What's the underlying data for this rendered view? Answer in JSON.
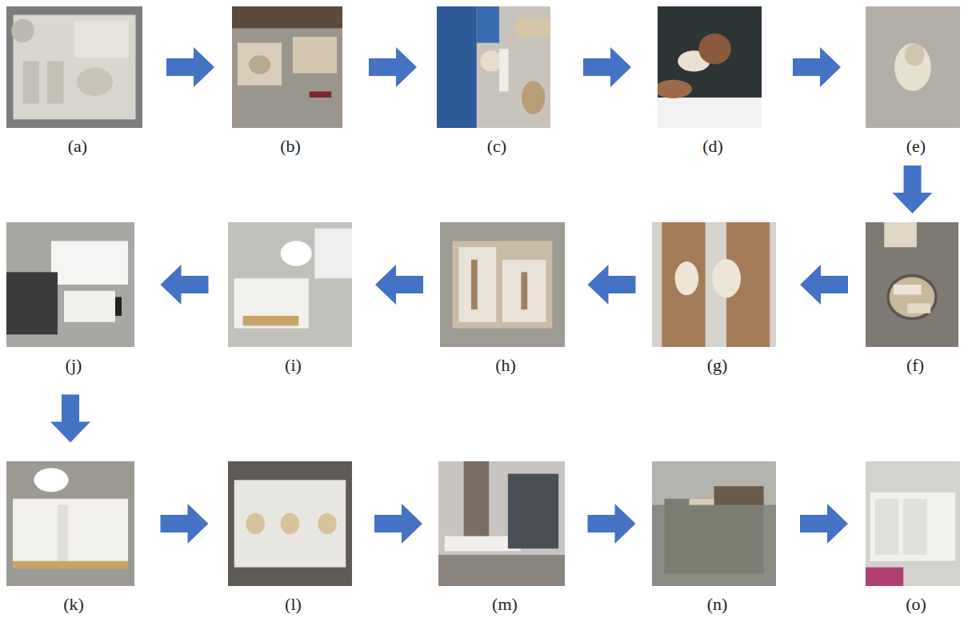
{
  "diagram": {
    "nodes": [
      {
        "text": [
          "(a)"
        ]
      },
      {
        "text": [
          "(b)"
        ]
      },
      {
        "text": [
          "(c)"
        ]
      },
      {
        "text": [
          "(d)"
        ]
      },
      {
        "text": [
          "(e)"
        ]
      },
      {
        "text": [
          "(f)"
        ]
      },
      {
        "text": [
          "(g)"
        ]
      },
      {
        "text": [
          "(h)"
        ]
      },
      {
        "text": [
          "(i)"
        ]
      },
      {
        "text": [
          "(j)"
        ]
      },
      {
        "text": [
          "(k)"
        ]
      },
      {
        "text": [
          "(l)"
        ]
      },
      {
        "text": [
          "(m)"
        ]
      },
      {
        "text": [
          "(n)"
        ]
      },
      {
        "text": [
          "(o)"
        ]
      }
    ],
    "edges": [
      {
        "from": 0,
        "to": 1,
        "arrow": "to"
      },
      {
        "from": 1,
        "to": 2,
        "arrow": "to"
      },
      {
        "from": 2,
        "to": 3,
        "arrow": "to"
      },
      {
        "from": 3,
        "to": 4,
        "arrow": "to"
      },
      {
        "from": 4,
        "to": 5,
        "arrow": "to"
      },
      {
        "from": 5,
        "to": 6,
        "arrow": "to"
      },
      {
        "from": 6,
        "to": 7,
        "arrow": "to"
      },
      {
        "from": 7,
        "to": 8,
        "arrow": "to"
      },
      {
        "from": 8,
        "to": 9,
        "arrow": "to"
      },
      {
        "from": 9,
        "to": 10,
        "arrow": "to"
      },
      {
        "from": 10,
        "to": 11,
        "arrow": "to"
      },
      {
        "from": 11,
        "to": 12,
        "arrow": "to"
      },
      {
        "from": 12,
        "to": 13,
        "arrow": "to"
      },
      {
        "from": 13,
        "to": 14,
        "arrow": "to"
      }
    ]
  }
}
